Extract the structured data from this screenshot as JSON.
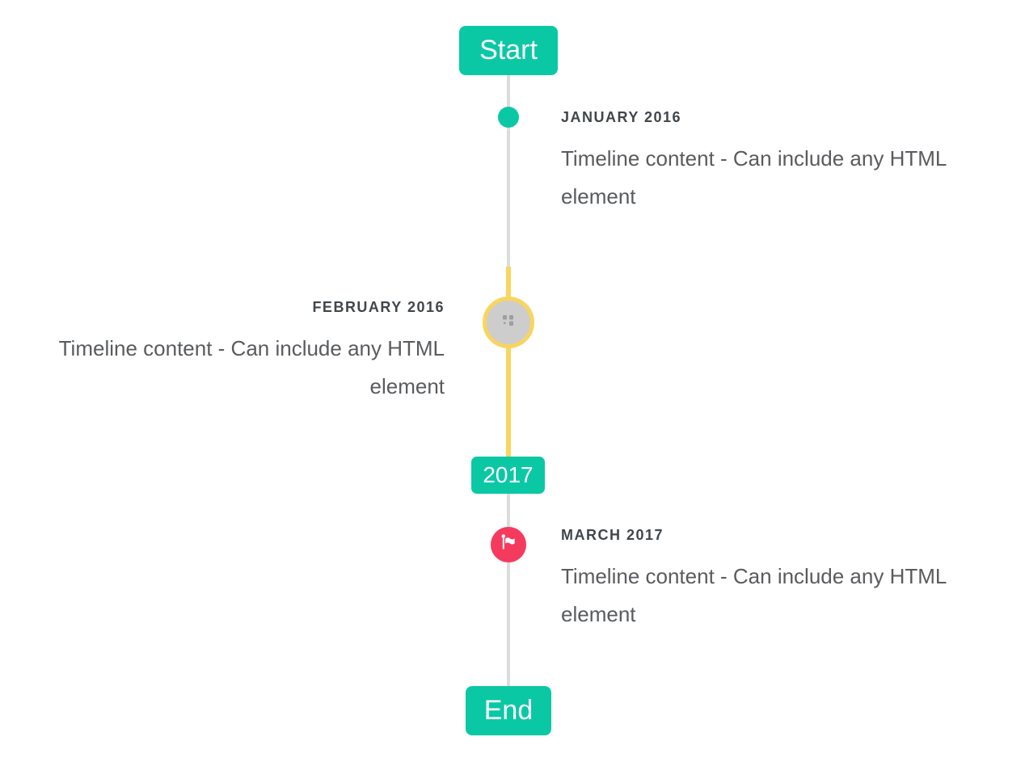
{
  "colors": {
    "accent_teal": "#0bc8a5",
    "flag_red": "#f53b5d",
    "highlight_yellow": "#f9d65f",
    "ring_yellow": "#f8d55e",
    "line_gray": "#dcdcdc",
    "disc_gray": "#cdcdcd",
    "title_text": "#40464b",
    "body_text": "#595b5e"
  },
  "timeline": {
    "start_label": "Start",
    "year_2017_label": "2017",
    "end_label": "End",
    "entries": [
      {
        "id": "january-2016",
        "side": "right",
        "marker_icon": "teal-dot",
        "title": "JANUARY 2016",
        "content": "Timeline content - Can include any HTML element"
      },
      {
        "id": "february-2016",
        "side": "left",
        "marker_icon": "broken-image-icon",
        "title": "FEBRUARY 2016",
        "content": "Timeline content - Can include any HTML element"
      },
      {
        "id": "march-2017",
        "side": "right",
        "marker_icon": "flag-icon",
        "title": "MARCH 2017",
        "content": "Timeline content - Can include any HTML element"
      }
    ]
  }
}
